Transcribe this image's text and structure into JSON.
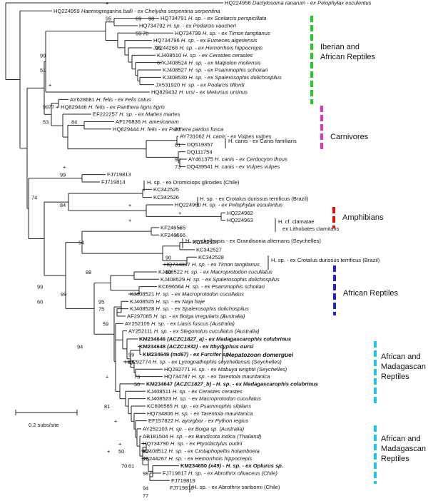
{
  "scale_bar": {
    "label": "0.2 subs/site"
  },
  "colors": {
    "green": "#22cc22",
    "magenta": "#e033c0",
    "red": "#dd1111",
    "blue": "#2222dd",
    "cyan": "#22c4e4"
  },
  "groups": [
    {
      "lines": [
        "Iberian and",
        "African Reptiles"
      ],
      "color": "green"
    },
    {
      "lines": [
        "Carnivores"
      ],
      "color": "magenta"
    },
    {
      "lines": [
        "Amphibians"
      ],
      "color": "red"
    },
    {
      "lines": [
        "African Reptiles"
      ],
      "color": "blue"
    },
    {
      "lines": [
        "African and",
        "Madagascan",
        "Reptiles"
      ],
      "color": "cyan"
    },
    {
      "lines": [
        "African and",
        "Madagascan",
        "Reptiles"
      ],
      "color": "cyan"
    }
  ],
  "leaves": [
    {
      "acc": "HQ224958",
      "desc": "Dactylosoma ranarum - ex Pelophylax esculentus"
    },
    {
      "acc": "HQ224959",
      "desc": "Haemogregarina balli - ex Chelydra serpentina serpentina"
    },
    {
      "acc": "HQ734791",
      "desc": "H. sp. - ex Scelarcis perspicillata"
    },
    {
      "acc": "HQ734792",
      "desc": "H. sp. - ex Podarcis vaucheri"
    },
    {
      "acc": "HQ734799",
      "desc": "H. sp. - ex Timon tangitanus"
    },
    {
      "acc": "HQ734796",
      "desc": "H. sp. - ex Eumeces algeriensis"
    },
    {
      "acc": "JX244268",
      "desc": "H. sp. - ex Hemorrhois hippocrepis"
    },
    {
      "acc": "KJ408510",
      "desc": "H. sp. - ex Cerastes cerastes"
    },
    {
      "acc": "KJ408524",
      "desc": "H. sp. - ex Malpolon moilensis"
    },
    {
      "acc": "KJ408527",
      "desc": "H. sp. - ex Psammophis schokari"
    },
    {
      "acc": "KJ408530",
      "desc": "H. sp. - ex Spalerosophis dolichospilus"
    },
    {
      "acc": "JX531920",
      "desc": "H. sp. - ex Podarcis lilfordi"
    },
    {
      "acc": "HQ829432",
      "desc": "H. ursi - ex Melursus ursinus"
    },
    {
      "acc": "AY628681",
      "desc": "H. felis - ex Felis catus"
    },
    {
      "acc": "HQ829446",
      "desc": "H. felis - ex Panthera tigris tigris"
    },
    {
      "acc": "EF222257",
      "desc": "H. sp. - ex Martes martes"
    },
    {
      "acc": "AF176836",
      "desc": "H. americanum"
    },
    {
      "acc": "HQ829444",
      "desc": "H. felis - ex Panthera pardus fusca"
    },
    {
      "acc": "AY731062",
      "desc": "H. canis - ex Vulpes vulpes"
    },
    {
      "acc": "DQ519357",
      "desc": ""
    },
    {
      "acc": "DQ111754",
      "desc": ""
    },
    {
      "acc": "AY461375",
      "desc": "H. canis - ex Cerdocyon thous"
    },
    {
      "acc": "DQ439541",
      "desc": "H. canis - ex Vulpes vulpes"
    },
    {
      "acc": "FJ719813",
      "desc": ""
    },
    {
      "acc": "FJ719814",
      "desc": ""
    },
    {
      "acc": "KC342525",
      "desc": ""
    },
    {
      "acc": "KC342526",
      "desc": ""
    },
    {
      "acc": "HQ224960",
      "desc": "H. sp. - ex Pelophylax esculentus"
    },
    {
      "acc": "HQ224962",
      "desc": ""
    },
    {
      "acc": "HQ224963",
      "desc": ""
    },
    {
      "acc": "KF246565",
      "desc": ""
    },
    {
      "acc": "KF246566",
      "desc": ""
    },
    {
      "acc": "KC342524",
      "desc": ""
    },
    {
      "acc": "KC342527",
      "desc": ""
    },
    {
      "acc": "KC342528",
      "desc": ""
    },
    {
      "acc": "HQ734807",
      "desc": "H. sp. - ex Timon tangitanus"
    },
    {
      "acc": "KJ408522",
      "desc": "H. sp. - ex Macroprotodon cucullatus"
    },
    {
      "acc": "KJ408529",
      "desc": "H. sp. - ex Spalerosophis dolichospilus"
    },
    {
      "acc": "KC696564",
      "desc": "H. sp. - ex Psammophis schokari"
    },
    {
      "acc": "KJ408521",
      "desc": "H. sp. - ex Macroprotodon cucullatus"
    },
    {
      "acc": "KJ408525",
      "desc": "H. sp. - ex Naja haje"
    },
    {
      "acc": "KJ408528",
      "desc": "H. sp. - ex Spalerosophis dolichospilus"
    },
    {
      "acc": "AF297085",
      "desc": "H. sp. - ex Boiga irregularis (Australia)"
    },
    {
      "acc": "AY252105",
      "desc": "H. sp. - ex Liasis fuscus (Australia)"
    },
    {
      "acc": "AY252111",
      "desc": "H. sp. - ex Stegonotus cucullatus (Australia)"
    },
    {
      "acc": "KM234646",
      "desc": "(ACZC1827_a) - ex Madagascarophis colubrinus",
      "bold": true
    },
    {
      "acc": "KM234648",
      "desc": "(ACZC1932) - ex Ithycyphus oursi",
      "bold": true
    },
    {
      "acc": "KM234649",
      "desc": "(md67) - ex Furcifer sp.",
      "bold": true
    },
    {
      "acc": "HQ292774",
      "desc": "H. sp. - ex Lycognathophis seychellensis (Seychelles)"
    },
    {
      "acc": "HQ292771",
      "desc": "H. sp. - ex Mabuya wrightii (Seychelles)"
    },
    {
      "acc": "HQ734787",
      "desc": "H. sp. - ex Tarentola mauritanica"
    },
    {
      "acc": "KM234647",
      "desc": "(ACZC1827_b) - H. sp. - ex Madagascarophis colubrinus",
      "bold": true
    },
    {
      "acc": "KJ408511",
      "desc": "H. sp. - ex Cerastes cerastes"
    },
    {
      "acc": "KJ408523",
      "desc": "H. sp. - ex Macroprotodon cucullatus"
    },
    {
      "acc": "KC696565",
      "desc": "H. sp. - ex Psammophis sibilans"
    },
    {
      "acc": "HQ734806",
      "desc": "H. sp. - ex Tarentola mauritanica"
    },
    {
      "acc": "EF157822",
      "desc": "H. ayorgbor - ex Python regius"
    },
    {
      "acc": "AY252103",
      "desc": "H. sp. - ex Boiga sp. (Australia)"
    },
    {
      "acc": "AB181504",
      "desc": "H. sp. - ex Bandicota indica (Thailand)"
    },
    {
      "acc": "HQ734790",
      "desc": "H. sp. - ex Ptyodactylus oudrii"
    },
    {
      "acc": "KJ408512",
      "desc": "H. sp. - ex Crotaphopeltis hotamboeia"
    },
    {
      "acc": "JX244267",
      "desc": "H. sp. - ex Hemorrhois hippocrepis"
    },
    {
      "acc": "KM234650",
      "desc": "(x49) - H. sp. - ex Oplurus sp.",
      "bold": true
    },
    {
      "acc": "FJ719817",
      "desc": "H. sp. - ex Abrothrix olivaceus (Chile)"
    },
    {
      "acc": "FJ719819",
      "desc": ""
    },
    {
      "acc": "FJ719816",
      "desc": ""
    }
  ],
  "notes": [
    {
      "text": "H. sp. - ex Dromiciops gliroides (Chile)"
    },
    {
      "text": "H. sp. - ex Crotalus durissus terrificus (Brazil)"
    },
    {
      "text": "H. cf. clamatae"
    },
    {
      "text": "ex Lithobates clamitans"
    },
    {
      "text": "H. seychellensis - ex Grandisonia alternans (Seychelles)"
    },
    {
      "text": "H. sp. - ex Crotalus durissus terrificus (Brazil)"
    },
    {
      "text": "Hepatozoon domerguei",
      "bold": true
    },
    {
      "text": "H. sp. - ex Abrothrix sanborni (Chile)"
    },
    {
      "text": "H. canis - ex Canis familiaris"
    }
  ],
  "supports": [
    "+",
    "95",
    "69",
    "55",
    "98",
    "70",
    "95",
    "67",
    "99",
    "51",
    "99",
    "53",
    "84",
    "+",
    "77",
    "+",
    "91",
    "81",
    "92",
    "73",
    "+",
    "99",
    "74",
    "84",
    "+",
    "+",
    "+",
    "+",
    "99",
    "60",
    "54",
    "+",
    "88",
    "90",
    "50",
    "99",
    "95",
    "75",
    "94",
    "59",
    "99",
    "87",
    "73",
    "50",
    "+",
    "81",
    "70",
    "+",
    "50",
    "92",
    "70",
    "98",
    "61",
    "94",
    "77",
    "+",
    "+"
  ]
}
